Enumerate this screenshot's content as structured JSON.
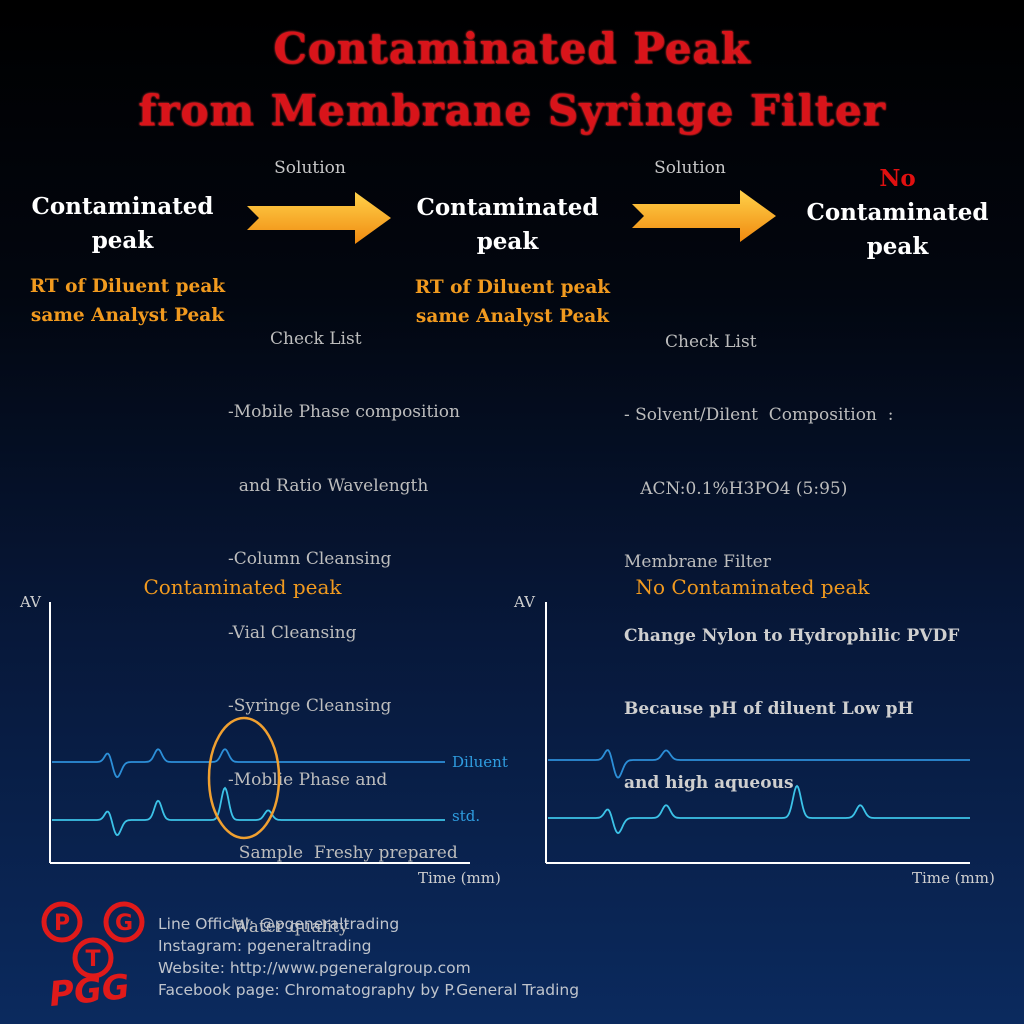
{
  "title": {
    "line1": "Contaminated Peak",
    "line2": "from Membrane Syringe Filter"
  },
  "flow": {
    "solution_label_1": "Solution",
    "solution_label_2": "Solution",
    "stage1": {
      "line1": "Contaminated",
      "line2": "peak"
    },
    "stage2": {
      "line1": "Contaminated",
      "line2": "peak"
    },
    "stage3": {
      "no": "No",
      "line1": "Contaminated",
      "line2": "peak"
    },
    "rt1": {
      "line1": "RT of Diluent peak",
      "line2": "same Analyst Peak"
    },
    "rt2": {
      "line1": "RT of Diluent peak",
      "line2": "same Analyst Peak"
    }
  },
  "checklist1": {
    "heading": "Check List",
    "items": [
      "-Mobile Phase composition",
      "  and Ratio Wavelength",
      "-Column Cleansing",
      "-Vial Cleansing",
      "-Syringe Cleansing",
      "-Moblie Phase and",
      "  Sample  Freshy prepared",
      "-Water quality"
    ]
  },
  "checklist2": {
    "heading": "Check List",
    "items": [
      "- Solvent/Dilent  Composition  :",
      "   ACN:0.1%H3PO4 (5:95)",
      "Membrane Filter"
    ],
    "bold_items": [
      "Change Nylon to Hydrophilic PVDF",
      "Because pH of diluent Low pH",
      "and high aqueous"
    ]
  },
  "chart_data": [
    {
      "type": "line",
      "title": "Contaminated peak",
      "ylabel": "AV",
      "xlabel": "Time (mm)",
      "series": [
        {
          "name": "Diluent",
          "peaks_at_relative_time": [
            0.15,
            0.27,
            0.44
          ],
          "peak_heights": [
            0.6,
            0.4,
            0.4
          ]
        },
        {
          "name": "std.",
          "peaks_at_relative_time": [
            0.15,
            0.27,
            0.44,
            0.55
          ],
          "peak_heights": [
            0.6,
            0.6,
            1.0,
            0.3
          ]
        }
      ],
      "annotation": "circled contaminated peak at same RT as diluent peak",
      "colors": {
        "trace": "#2c8fd8",
        "highlight": "#f0a030"
      }
    },
    {
      "type": "line",
      "title": "No Contaminated peak",
      "ylabel": "AV",
      "xlabel": "Time (mm)",
      "series": [
        {
          "name": "",
          "peaks_at_relative_time": [
            0.15,
            0.28
          ],
          "peak_heights": [
            0.7,
            0.3
          ]
        },
        {
          "name": "",
          "peaks_at_relative_time": [
            0.15,
            0.28,
            0.59,
            0.74
          ],
          "peak_heights": [
            0.6,
            0.4,
            1.0,
            0.4
          ]
        }
      ],
      "colors": {
        "trace": "#2c8fd8"
      }
    }
  ],
  "footer": {
    "line1": "Line Official: @pgeneraltrading",
    "line2": "Instagram: pgeneraltrading",
    "line3": "Website: http://www.pgeneralgroup.com",
    "line4": "Facebook page: Chromatography by P.General Trading"
  },
  "logo": {
    "letters": [
      "P",
      "G",
      "T"
    ],
    "script": "PGG",
    "color": "#e01a1a"
  },
  "colors": {
    "title_red": "#d8141a",
    "accent_orange": "#f19a1f",
    "arrow_orange": "#f5a623"
  }
}
